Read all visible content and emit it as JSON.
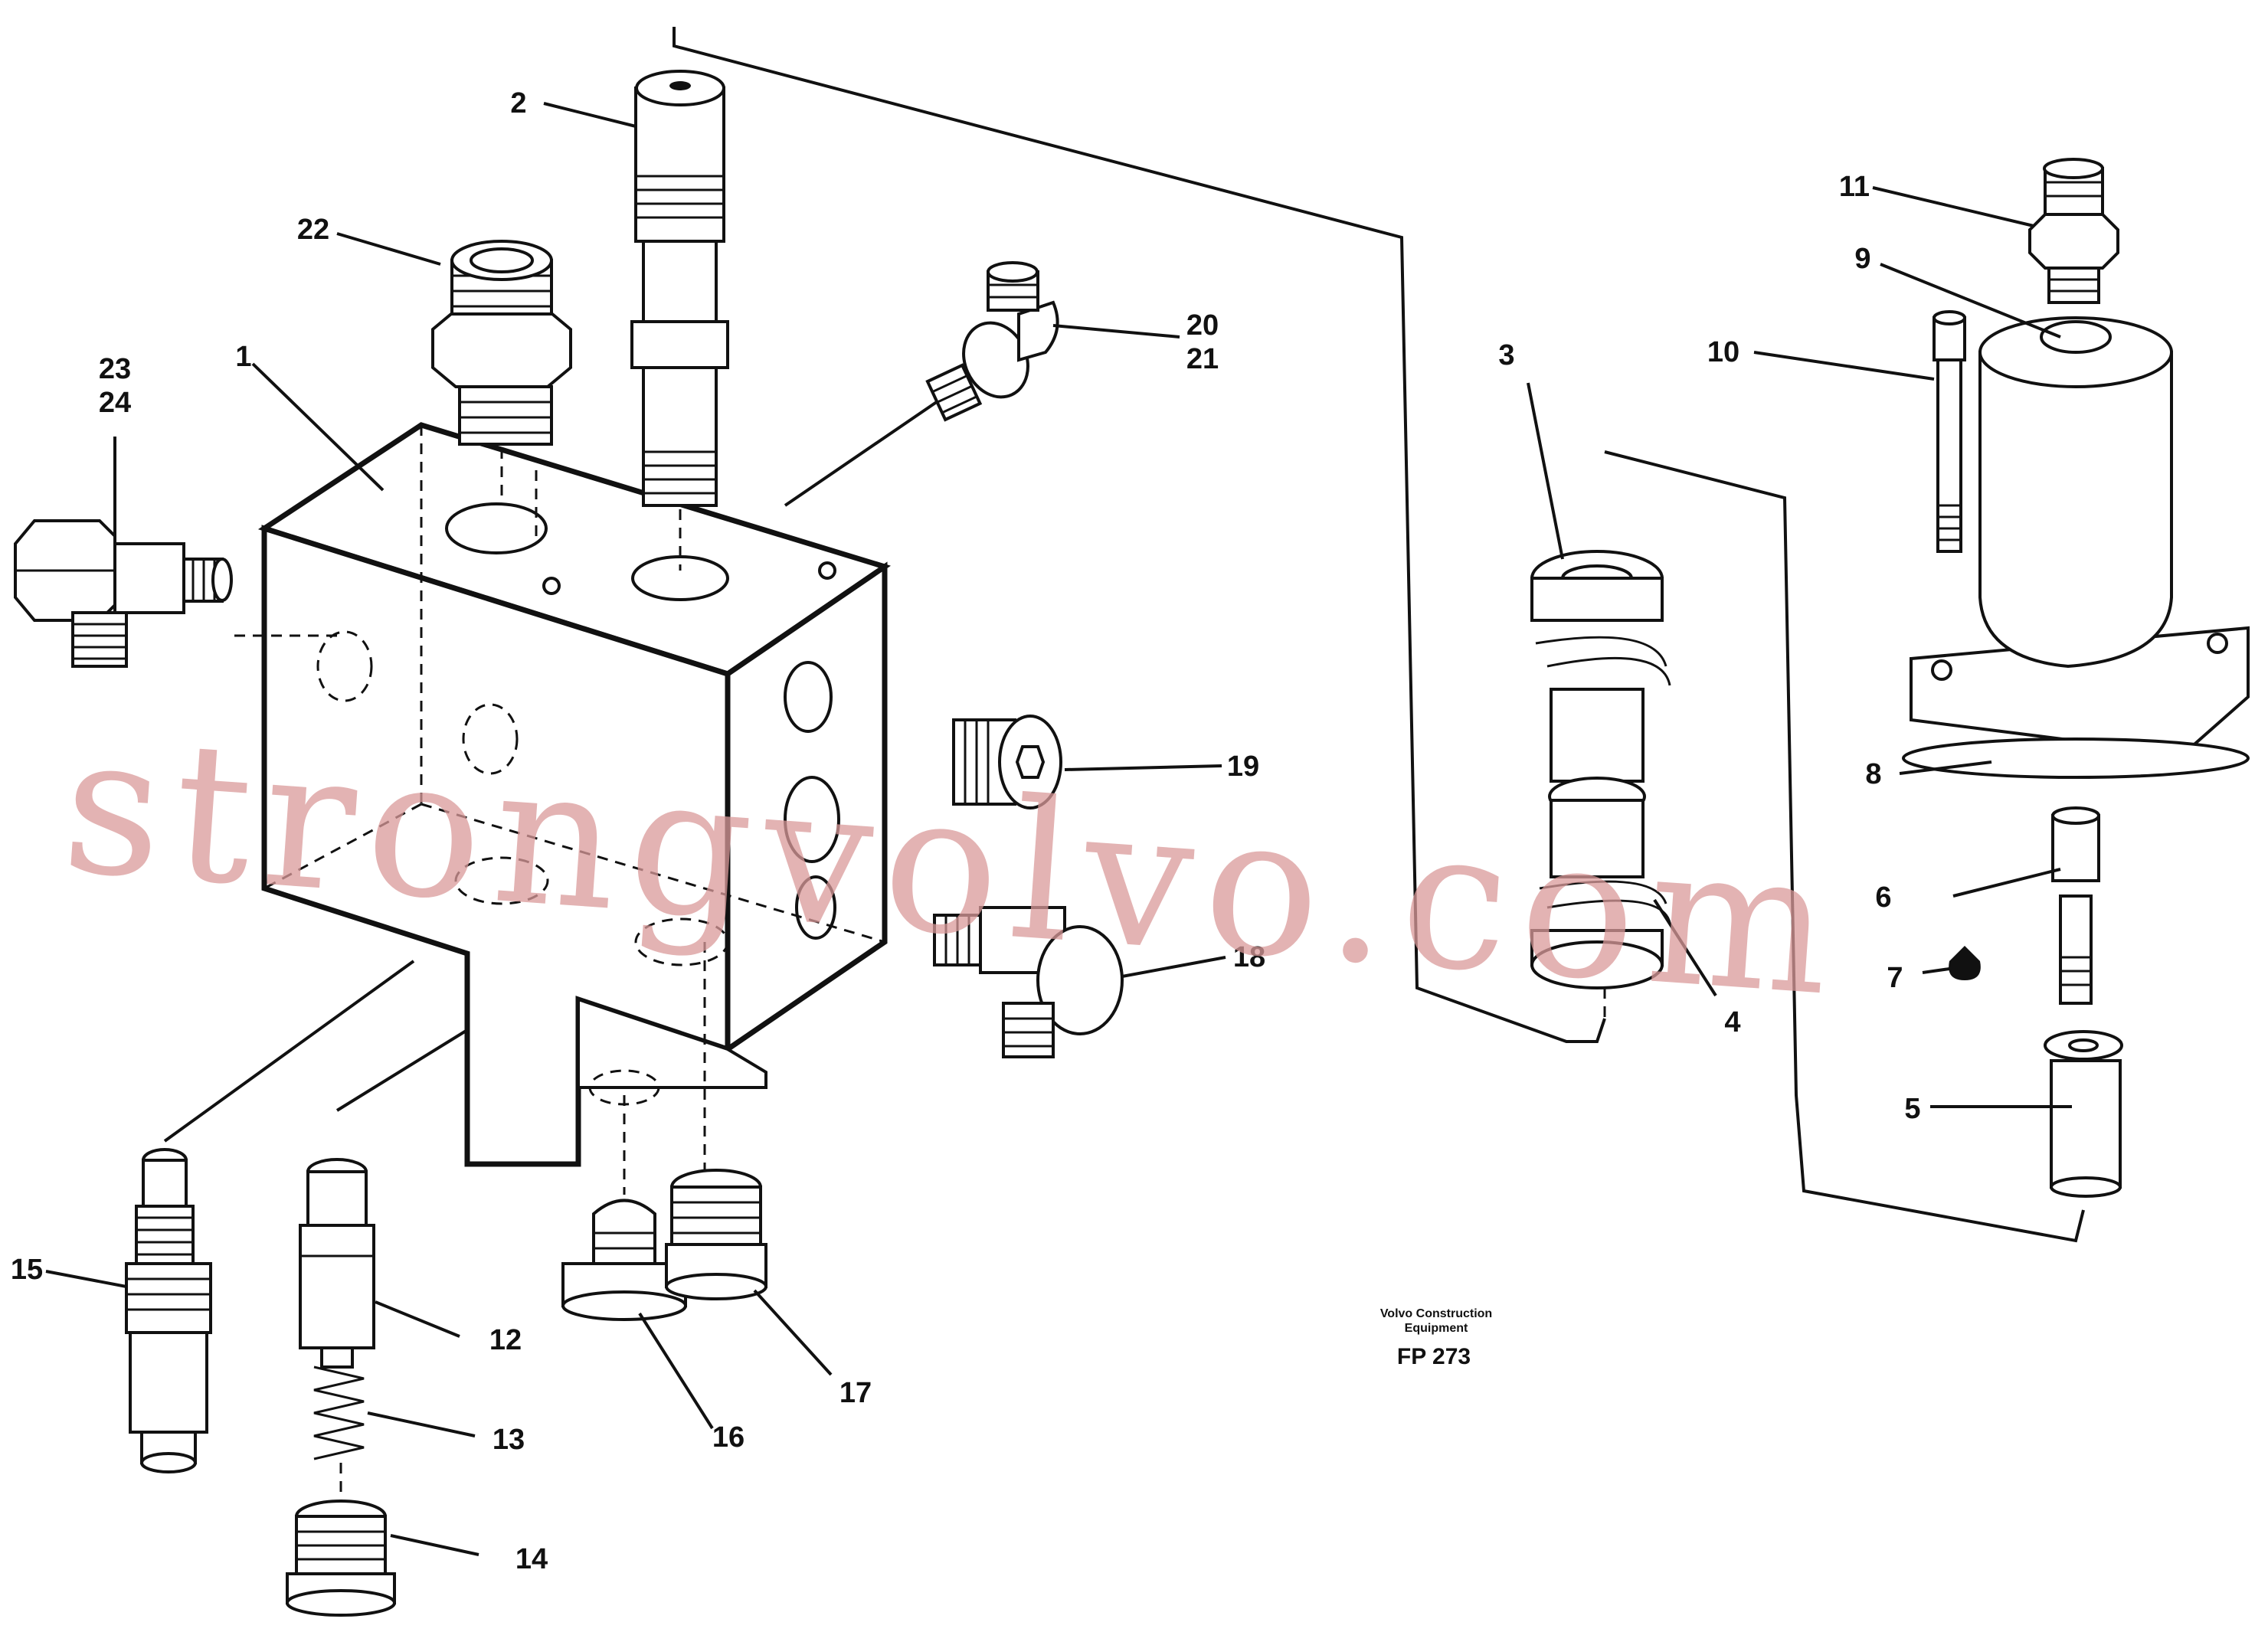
{
  "diagram": {
    "part_labels": {
      "p1": "1",
      "p2": "2",
      "p3": "3",
      "p4": "4",
      "p5": "5",
      "p6": "6",
      "p7": "7",
      "p8": "8",
      "p9": "9",
      "p10": "10",
      "p11": "11",
      "p12": "12",
      "p13": "13",
      "p14": "14",
      "p15": "15",
      "p16": "16",
      "p17": "17",
      "p18": "18",
      "p19": "19",
      "p20": "20",
      "p21": "21",
      "p22": "22",
      "p23": "23",
      "p24": "24"
    },
    "caption": {
      "line1": "Volvo Construction",
      "line2": "Equipment",
      "code": "FP 273"
    },
    "watermark": "strongvolvo.com"
  }
}
